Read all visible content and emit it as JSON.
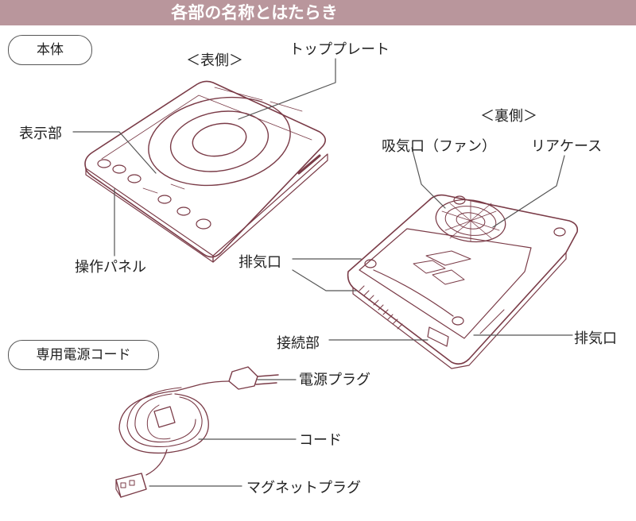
{
  "banner": {
    "title": "各部の名称とはたらき"
  },
  "sections": {
    "main_body": "本体",
    "power_cord": "専用電源コード"
  },
  "views": {
    "front": "＜表側＞",
    "back": "＜裏側＞"
  },
  "labels": {
    "top_plate": "トッププレート",
    "display": "表示部",
    "control_panel": "操作パネル",
    "intake_fan": "吸気口（ファン）",
    "rear_case": "リアケース",
    "exhaust_left": "排気口",
    "exhaust_right": "排気口",
    "connector": "接続部",
    "power_plug": "電源プラグ",
    "cord": "コード",
    "magnet_plug": "マグネットプラグ"
  },
  "colors": {
    "banner": "#b9969c",
    "drawing_stroke": "#7a3b47",
    "leader_line": "#555555"
  }
}
